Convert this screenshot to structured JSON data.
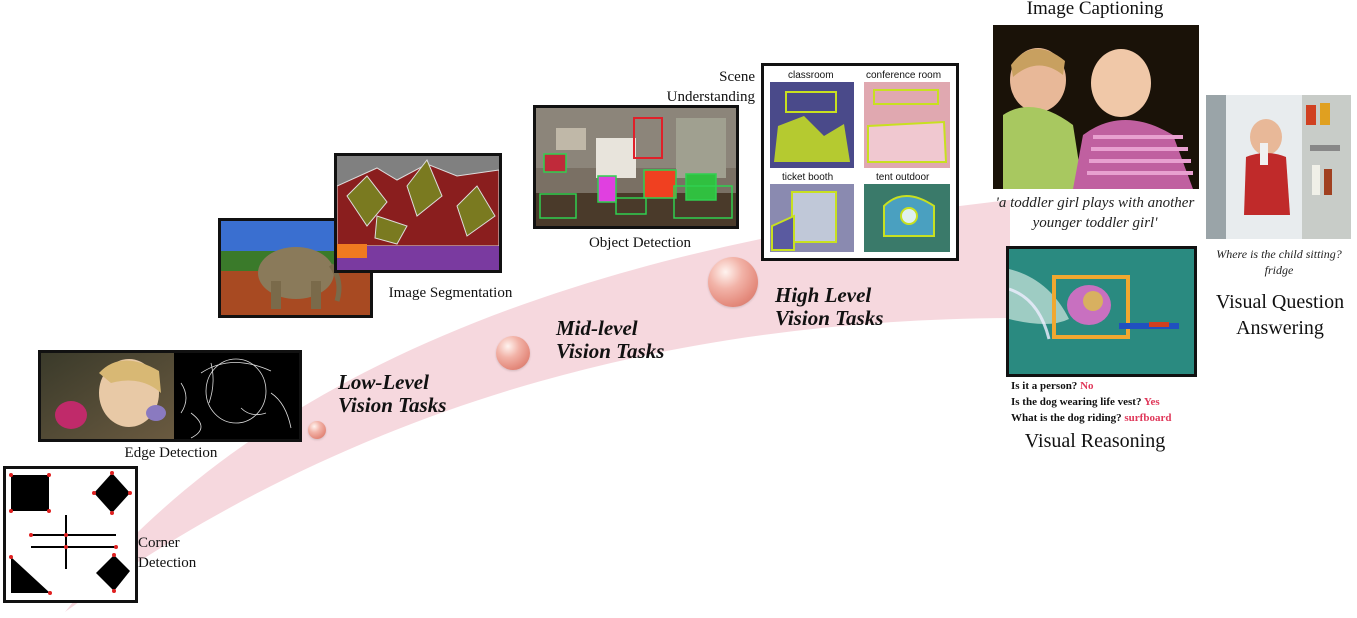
{
  "tiers": {
    "low": [
      "Low-Level",
      "Vision Tasks"
    ],
    "mid": [
      "Mid-level",
      "Vision Tasks"
    ],
    "high": [
      "High Level",
      "Vision Tasks"
    ]
  },
  "tasks": {
    "corner": [
      "Corner",
      "Detection"
    ],
    "edge": "Edge Detection",
    "segmentation": "Image Segmentation",
    "object": "Object Detection",
    "scene": [
      "Scene",
      "Understanding"
    ],
    "captioning": "Image Captioning",
    "vqa": [
      "Visual Question",
      "Answering"
    ],
    "reasoning": "Visual Reasoning"
  },
  "scene_labels": [
    "classroom",
    "conference room",
    "ticket booth",
    "tent outdoor"
  ],
  "caption_text": [
    "'a toddler girl plays with another",
    "younger toddler girl'"
  ],
  "vqa_text": [
    "Where is the child sitting?",
    "fridge"
  ],
  "reasoning_qa": [
    {
      "q": "Is it a person?",
      "a": "No"
    },
    {
      "q": "Is the dog wearing life vest?",
      "a": "Yes"
    },
    {
      "q": "What is the dog riding?",
      "a": "surfboard"
    }
  ],
  "colors": {
    "swoosh": "#f5d6dc",
    "answer": "#e0385a",
    "ball": "#e48a7c"
  }
}
